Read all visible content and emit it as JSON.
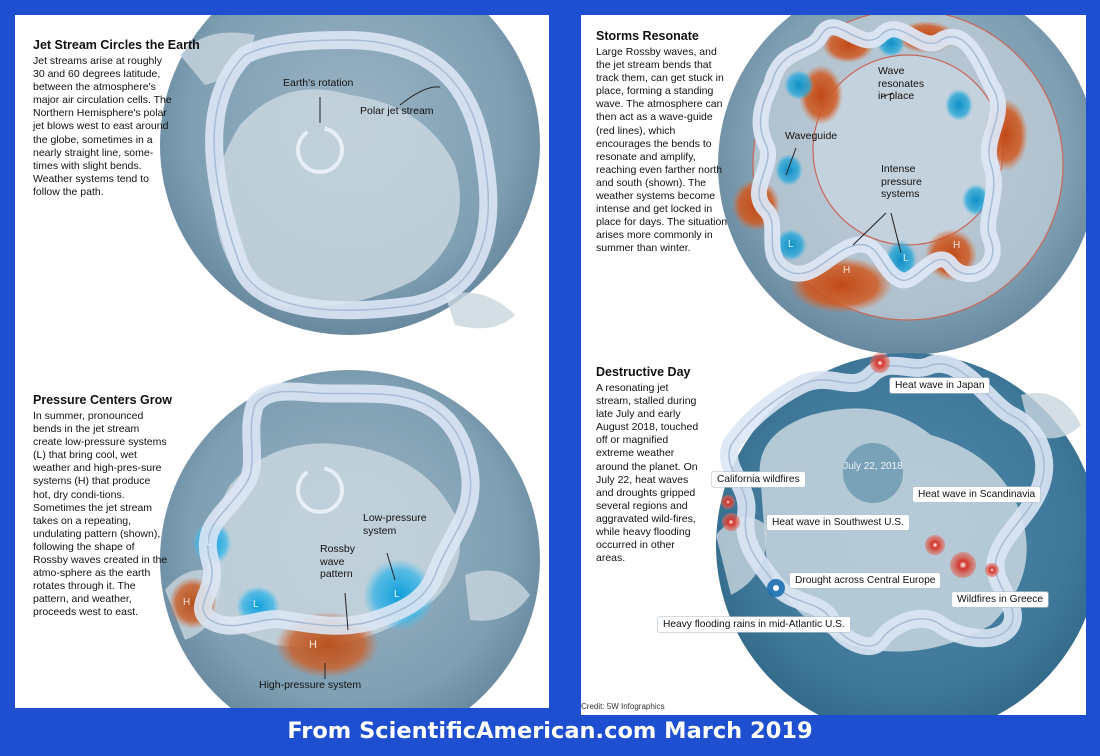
{
  "panels": [
    {
      "title": "Jet Stream Circles the Earth",
      "body": "Jet streams arise at roughly 30 and 60 degrees latitude, between the atmosphere's major air circulation cells. The Northern Hemisphere's polar jet blows west to east around the globe, sometimes in a nearly straight line, some-times with slight bends. Weather systems tend to follow the path.",
      "labels": {
        "rotation": "Earth's rotation",
        "polar_jet": "Polar jet stream"
      }
    },
    {
      "title": "Pressure Centers Grow",
      "body": "In summer, pronounced bends in the jet stream create low-pressure systems (L) that bring cool, wet weather and high-pres-sure systems (H) that produce hot, dry condi-tions. Sometimes the jet stream takes on a repeating, undulating pattern (shown), following the shape of Rossby waves created in the atmo-sphere as the earth rotates through it. The pattern, and weather, proceeds west to east.",
      "labels": {
        "low_pressure": "Low-pressure system",
        "rossby": "Rossby wave pattern",
        "high_pressure": "High-pressure system"
      }
    },
    {
      "title": "Storms Resonate",
      "body": "Large Rossby waves, and the jet stream bends that track them, can get stuck in place, forming a standing wave. The atmosphere can then act as a wave-guide (red lines), which encourages the bends to resonate and amplify, reaching even farther north and south (shown). The weather systems become intense and get locked in place for days. The situation arises more commonly in summer than winter.",
      "labels": {
        "wave_resonates": "Wave resonates in place",
        "waveguide": "Waveguide",
        "intense": "Intense pressure systems"
      }
    },
    {
      "title": "Destructive Day",
      "body": "A resonating jet stream, stalled during late July and early August 2018, touched off or magnified extreme weather around the planet. On July 22, heat waves and droughts gripped several regions and aggravated wild-fires, while heavy flooding occurred in other areas.",
      "date": "July 22, 2018",
      "events": {
        "japan": "Heat wave in Japan",
        "california": "California wildfires",
        "scandinavia": "Heat wave in Scandinavia",
        "southwest": "Heat wave in Southwest U.S.",
        "europe": "Drought across Central Europe",
        "greece": "Wildfires in Greece",
        "atlantic": "Heavy flooding rains in mid-Atlantic U.S."
      }
    }
  ],
  "symbols": {
    "high": "H",
    "low": "L"
  },
  "credit": "Credit: 5W Infographics",
  "footer": "From ScientificAmerican.com March  2019",
  "colors": {
    "background": "#1e4fd0",
    "ocean": "#7f9fb3",
    "land": "#c8d6df",
    "jet_stream": "#dce6f4",
    "high_pressure": "#c8501e",
    "low_pressure": "#1aa5da",
    "event": "#d3342a"
  }
}
